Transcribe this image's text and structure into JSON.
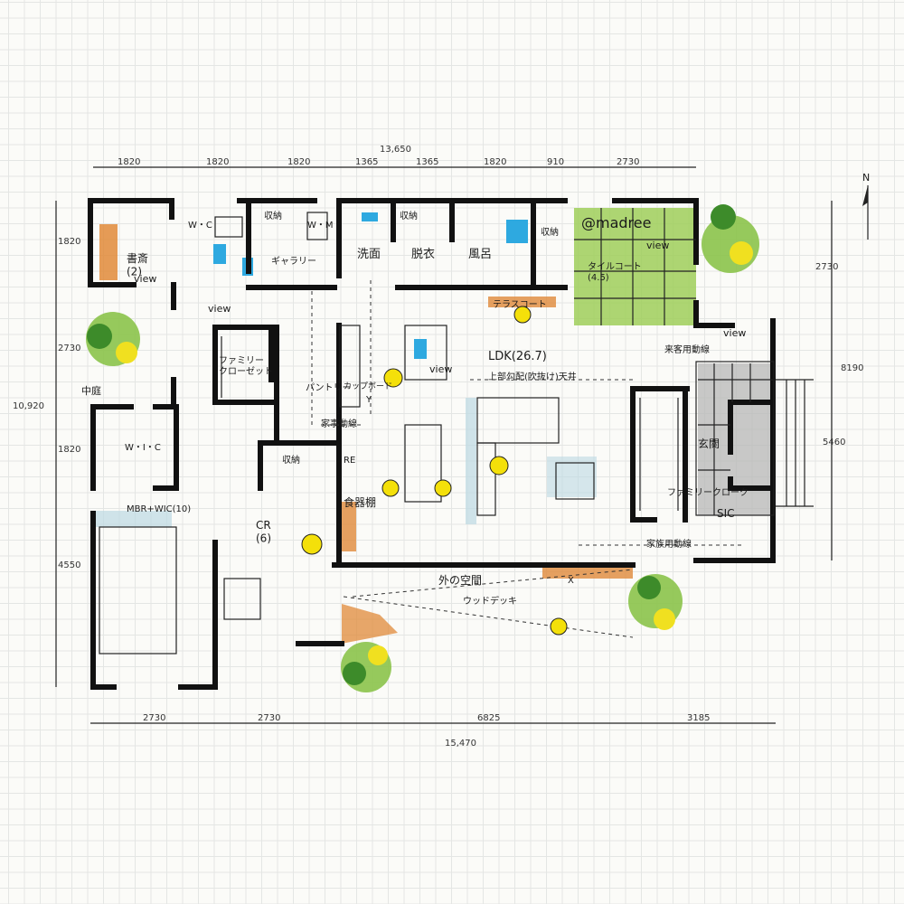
{
  "watermark": "@madree",
  "compass": "N",
  "dimensions": {
    "top_total": "13,650",
    "top": [
      "1820",
      "1820",
      "1820",
      "1365",
      "1365",
      "1820",
      "910",
      "2730"
    ],
    "bottom": [
      "2730",
      "2730",
      "6825",
      "3185"
    ],
    "bottom_total": "15,470",
    "left": [
      "1820",
      "2730",
      "1820",
      "4550"
    ],
    "left_total": "10,920",
    "right": [
      "2730",
      "8190",
      "5460"
    ]
  },
  "rooms": {
    "shosai": "書斎\n(2)",
    "wic_top": "W・C",
    "wm": "W・M",
    "shuno1": "収納",
    "shuno2": "収納",
    "shuno3": "収納",
    "shuno4": "収納",
    "gallery": "ギャラリー",
    "senmen": "洗面",
    "datsui": "脱衣",
    "furo": "風呂",
    "tile_court": "タイルコート\n(4.5)",
    "nakaniwa": "中庭",
    "family_closet1": "ファミリー\nクローゼット",
    "pantry": "パントリー",
    "cupboard": "カップボード",
    "wic_mid": "W・I・C",
    "ldk": "LDK(26.7)",
    "ldk_sub": "上部勾配(吹抜け)天井",
    "family_closet2": "ファミリークローク",
    "genkan": "玄関",
    "sic": "SIC",
    "re": "RE",
    "shokki": "食器棚",
    "cr": "CR\n(6)",
    "mbr": "MBR+WIC(10)",
    "soto": "外の空間",
    "wood_deck": "ウッドデッキ",
    "terrace": "テラスコート"
  },
  "annotations": {
    "view1": "view",
    "view2": "view",
    "view3": "view",
    "view4": "view",
    "view5": "view",
    "kaji": "家事動線",
    "kazoku": "家族用動線",
    "raikyaku": "来客用動線",
    "y_mark": "Y",
    "x_mark": "X"
  }
}
